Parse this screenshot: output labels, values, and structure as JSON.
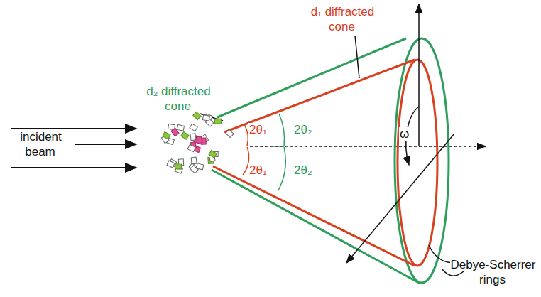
{
  "diagram": {
    "labels": [
      "incident beam",
      "d₂ diffracted cone",
      "d₁ diffracted cone",
      "2θ₁",
      "2θ₂",
      "2θ₁",
      "2θ₂",
      "ω",
      "Debye-Scherrer rings"
    ]
  }
}
